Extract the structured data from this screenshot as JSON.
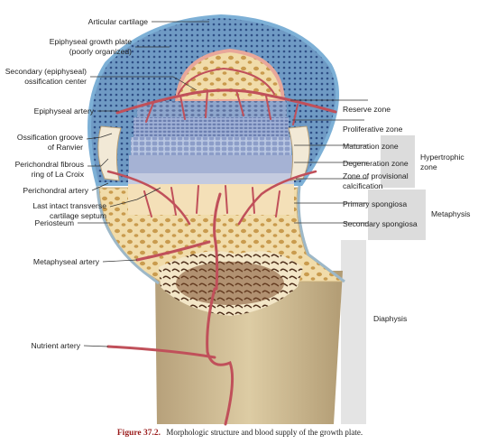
{
  "left_labels": {
    "articular_cartilage": "Articular cartilage",
    "epiphyseal_plate_1": "Epiphyseal growth plate",
    "epiphyseal_plate_2": "(poorly organized)",
    "secondary_center_1": "Secondary (epiphyseal)",
    "secondary_center_2": "ossification center",
    "epiphyseal_artery": "Epiphyseal artery",
    "groove_1": "Ossification groove",
    "groove_2": "of Ranvier",
    "ring_1": "Perichondral fibrous",
    "ring_2": "ring of La Croix",
    "perichondral_artery": "Perichondral artery",
    "septum_1": "Last intact transverse",
    "septum_2": "cartilage septum",
    "periosteum": "Periosteum",
    "metaphyseal_artery": "Metaphyseal artery",
    "nutrient_artery": "Nutrient artery"
  },
  "zones": {
    "reserve": "Reserve zone",
    "proliferative": "Proliferative zone",
    "maturation": "Maturation zone",
    "degeneration": "Degeneration zone",
    "provisional_1": "Zone of provisional",
    "provisional_2": "calcification",
    "primary_spongiosa": "Primary spongiosa",
    "secondary_spongiosa": "Secondary spongiosa"
  },
  "regions": {
    "hypertrophic_1": "Hypertrophic",
    "hypertrophic_2": "zone",
    "metaphysis": "Metaphysis",
    "diaphysis": "Diaphysis"
  },
  "caption": {
    "label": "Figure 37.2.",
    "text": "Morphologic structure and blood supply of the growth plate."
  },
  "colors": {
    "cartilage": "#6f9ac4",
    "bone_shaft": "#cdb98c",
    "artery": "#c0505a",
    "caption_label": "#9a1c1c"
  }
}
